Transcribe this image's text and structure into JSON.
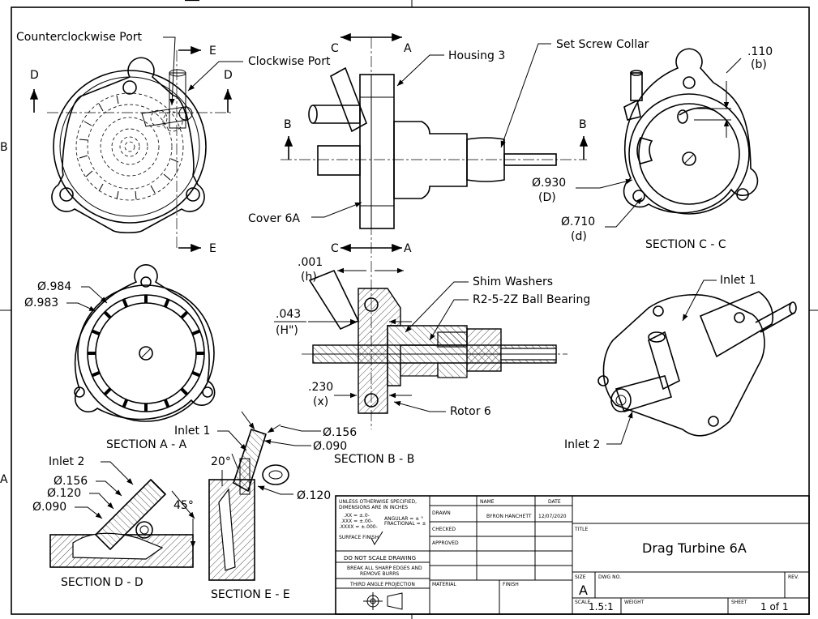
{
  "views": {
    "front": {
      "counterclockwise_port": "Counterclockwise Port",
      "clockwise_port": "Clockwise Port",
      "cut_e": "E",
      "cut_d": "D"
    },
    "side": {
      "housing": "Housing 3",
      "set_screw_collar": "Set Screw Collar",
      "cover": "Cover 6A",
      "cut_c": "C",
      "cut_a": "A",
      "cut_b": "B"
    },
    "section_cc": {
      "title": "SECTION C - C",
      "dim_110": ".110",
      "dim_110_sym": "(b)",
      "dim_930": "Ø.930",
      "dim_930_sym": "(D)",
      "dim_710": "Ø.710",
      "dim_710_sym": "(d)"
    },
    "section_aa": {
      "title": "SECTION A - A",
      "dim_984": "Ø.984",
      "dim_983": "Ø.983"
    },
    "section_bb": {
      "title": "SECTION B - B",
      "dim_001": ".001",
      "dim_001_sym": "(h)",
      "dim_043": ".043",
      "dim_043_sym": "(H\")",
      "dim_230": ".230",
      "dim_230_sym": "(x)",
      "shim_washers": "Shim Washers",
      "ball_bearing": "R2-5-2Z Ball Bearing",
      "rotor": "Rotor 6"
    },
    "iso": {
      "inlet1": "Inlet 1",
      "inlet2": "Inlet 2"
    },
    "section_dd": {
      "title": "SECTION D - D",
      "inlet2": "Inlet 2",
      "dim_156": "Ø.156",
      "dim_120": "Ø.120",
      "dim_090": "Ø.090",
      "angle": "45°"
    },
    "section_ee": {
      "title": "SECTION E - E",
      "inlet1": "Inlet 1",
      "angle": "20°",
      "dim_156": "Ø.156",
      "dim_090": "Ø.090",
      "dim_120": "Ø.120"
    },
    "border": {
      "zone_b": "B",
      "zone_a": "A"
    }
  },
  "title_block": {
    "tol_line1": "UNLESS OTHERWISE SPECIFIED,",
    "tol_line2": "DIMENSIONS ARE IN INCHES",
    "tol_xx": ".XX = ±.0-",
    "tol_xxx": ".XXX = ±.00-",
    "tol_xxxx": ".XXXX = ±.000-",
    "tol_angular": "ANGULAR = ± °",
    "tol_fractional": "FRACTIONAL = ±",
    "surface_finish": "SURFACE FINISH",
    "do_not_scale": "DO NOT SCALE DRAWING",
    "break_edges_1": "BREAK ALL SHARP EDGES AND",
    "break_edges_2": "REMOVE BURRS",
    "projection": "THIRD ANGLE PROJECTION",
    "col_name": "NAME",
    "col_date": "DATE",
    "row_drawn": "DRAWN",
    "row_checked": "CHECKED",
    "row_approved": "APPROVED",
    "drawn_name": "BYRON HANCHETT",
    "drawn_date": "12/07/2020",
    "material": "MATERIAL",
    "finish": "FINISH",
    "title_label": "TITLE",
    "title": "Drag Turbine 6A",
    "size_label": "SIZE",
    "size": "A",
    "dwg_no_label": "DWG NO.",
    "rev_label": "REV.",
    "scale_label": "SCALE",
    "scale": "1.5:1",
    "weight_label": "WEIGHT",
    "sheet_label": "SHEET",
    "sheet": "1 of 1"
  }
}
